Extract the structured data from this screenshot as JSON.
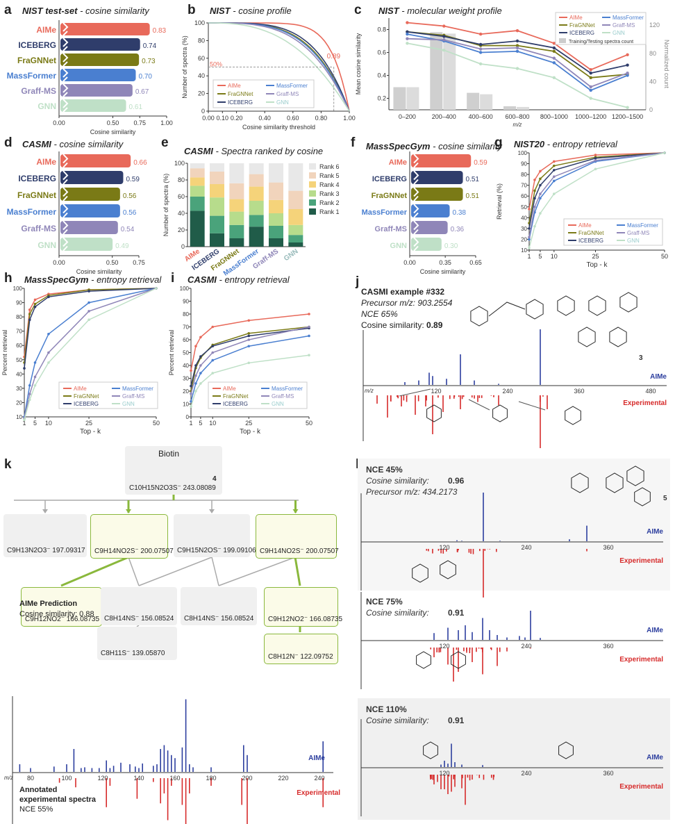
{
  "panels": {
    "a": {
      "label": "a",
      "title": "NIST test-set",
      "subtitle": "- cosine similarity",
      "xlabel": "Cosine similarity",
      "ticks": [
        "0.00",
        "0.50",
        "0.75",
        "1.00"
      ]
    },
    "b": {
      "label": "b",
      "title": "NIST",
      "subtitle": "- cosine profile"
    },
    "c": {
      "label": "c",
      "title": "NIST",
      "subtitle": "- molecular weight profile"
    },
    "d": {
      "label": "d",
      "title": "CASMI",
      "subtitle": "- cosine similarity",
      "xlabel": "Cosine similarity",
      "ticks": [
        "0.00",
        "0.50",
        "0.75"
      ]
    },
    "e": {
      "label": "e",
      "title": "CASMI",
      "subtitle": "- Spectra ranked by cosine"
    },
    "f": {
      "label": "f",
      "title": "MassSpecGym",
      "subtitle": "- cosine similarity",
      "xlabel": "Cosine similarity",
      "ticks": [
        "0.00",
        "0.35",
        "0.65"
      ]
    },
    "g": {
      "label": "g",
      "title": "NIST20",
      "subtitle": "- entropy retrieval"
    },
    "h": {
      "label": "h",
      "title": "MassSpecGym",
      "subtitle": "- entropy retrieval"
    },
    "i": {
      "label": "i",
      "title": "CASMI",
      "subtitle": "- entropy retrieval"
    },
    "j": {
      "label": "j",
      "title": "CASMI example #332",
      "precursor": "Precursor m/z: 903.2554",
      "nce": "NCE 65%",
      "cos_prefix": "Cosine similarity: ",
      "cos_value": "0.89",
      "mol_id": "3",
      "pred_label": "AIMe",
      "exp_label": "Experimental",
      "mz_label": "m/z",
      "ticks": [
        "120",
        "240",
        "360",
        "480"
      ]
    },
    "k": {
      "label": "k",
      "root_name": "Biotin",
      "root_id": "4",
      "root_formula": "C10H15N2O3S⁻  243.08089",
      "frags": [
        "C9H13N2O3⁻  197.09317",
        "C9H14NO2S⁻  200.07507",
        "C9H15N2OS⁻  199.09106",
        "C9H14NO2S⁻  200.07507",
        "C9H12NO2⁻  166.08735",
        "C8H14NS⁻  156.08524",
        "C8H14NS⁻  156.08524",
        "C9H12NO2⁻  166.08735",
        "C8H11S⁻  139.05870",
        "C8H12N⁻  122.09752"
      ],
      "pred_title": "AIMe Prediction",
      "pred_cos": "Cosine similarity: 0.88",
      "pred_label": "AIMe",
      "exp_label": "Experimental",
      "mz_label": "m/z",
      "ticks": [
        "80",
        "100",
        "120",
        "140",
        "160",
        "180",
        "200",
        "220",
        "240"
      ],
      "annot_title1": "Annotated",
      "annot_title2": "experimental spectra",
      "annot_nce": "NCE 55%"
    },
    "l": {
      "label": "l",
      "mol_id": "5",
      "blocks": [
        {
          "nce": "NCE 45%",
          "cos_prefix": "Cosine similarity: ",
          "cos": "0.96",
          "precursor": "Precursor m/z: 434.2173",
          "pred": "AIMe",
          "exp": "Experimental"
        },
        {
          "nce": "NCE 75%",
          "cos_prefix": "Cosine similarity: ",
          "cos": "0.91",
          "pred": "AIMe",
          "exp": "Experimental"
        },
        {
          "nce": "NCE 110%",
          "cos_prefix": "Cosine similarity: ",
          "cos": "0.91",
          "pred": "AIMe",
          "exp": "Experimental"
        }
      ],
      "ticks": [
        "120",
        "240",
        "360"
      ]
    }
  },
  "colors": {
    "AIMe": "#e8695a",
    "ICEBERG": "#2f3d6b",
    "FraGNNet": "#7a7a16",
    "MassFormer": "#4a7fd0",
    "Graff-MS": "#8f86b8",
    "GNN": "#bfe0c7",
    "pred": "#2c3e9e",
    "exp": "#d62a2a",
    "green": "#8ab83c"
  },
  "chart_data": [
    {
      "id": "a",
      "type": "bar",
      "orientation": "horizontal",
      "categories": [
        "AIMe",
        "ICEBERG",
        "FraGNNet",
        "MassFormer",
        "Graff-MS",
        "GNN"
      ],
      "values": [
        0.83,
        0.74,
        0.73,
        0.7,
        0.67,
        0.61
      ],
      "xlabel": "Cosine similarity",
      "xlim": [
        0,
        1
      ]
    },
    {
      "id": "b",
      "type": "line",
      "title": "NIST",
      "xlabel": "Cosine similarity threshold",
      "ylabel": "Number of spectra (%)",
      "xticks": [
        "0.00",
        "0.10",
        "0.20",
        "0.40",
        "0.60",
        "0.80",
        "1.00"
      ],
      "yticks": [
        "0",
        "20",
        "40",
        "60",
        "80",
        "100"
      ],
      "annotation_x": "0.89",
      "annotation_y": "50%",
      "series": [
        {
          "name": "AIMe"
        },
        {
          "name": "FraGNNet"
        },
        {
          "name": "ICEBERG"
        },
        {
          "name": "MassFormer"
        },
        {
          "name": "Graff-MS"
        },
        {
          "name": "GNN"
        }
      ]
    },
    {
      "id": "c",
      "type": "line",
      "ylabel": "Mean cosine similarity",
      "y2label": "Normalized count",
      "xlabel": "m/z",
      "categories": [
        "0–200",
        "200–400",
        "400–600",
        "600–800",
        "800–1000",
        "1000–1200",
        "1200–1500"
      ],
      "yticks": [
        "0.2",
        "0.4",
        "0.6",
        "0.8"
      ],
      "y2ticks": [
        "0",
        "40",
        "80",
        "120"
      ],
      "bars_name": "Training/Testing spectra count",
      "bars_train": [
        32,
        110,
        24,
        5,
        0,
        0,
        0
      ],
      "bars_test": [
        32,
        108,
        22,
        4,
        0,
        0,
        0
      ],
      "series": [
        {
          "name": "AIMe",
          "values": [
            0.86,
            0.83,
            0.76,
            0.79,
            0.68,
            0.45,
            0.58
          ]
        },
        {
          "name": "FraGNNet",
          "values": [
            0.78,
            0.75,
            0.66,
            0.66,
            0.61,
            0.38,
            0.41
          ]
        },
        {
          "name": "ICEBERG",
          "values": [
            0.78,
            0.74,
            0.67,
            0.7,
            0.64,
            0.42,
            0.49
          ]
        },
        {
          "name": "MassFormer",
          "values": [
            0.76,
            0.7,
            0.6,
            0.61,
            0.51,
            0.27,
            0.4
          ]
        },
        {
          "name": "Graff-MS",
          "values": [
            0.72,
            0.71,
            0.63,
            0.64,
            0.55,
            0.3,
            0.42
          ]
        },
        {
          "name": "GNN",
          "values": [
            0.68,
            0.62,
            0.5,
            0.46,
            0.38,
            0.2,
            0.12
          ]
        }
      ]
    },
    {
      "id": "d",
      "type": "bar",
      "orientation": "horizontal",
      "categories": [
        "AIMe",
        "ICEBERG",
        "FraGNNet",
        "MassFormer",
        "Graff-MS",
        "GNN"
      ],
      "values": [
        0.66,
        0.59,
        0.56,
        0.56,
        0.54,
        0.49
      ],
      "xlabel": "Cosine similarity"
    },
    {
      "id": "e",
      "type": "bar",
      "stacked": true,
      "ylabel": "Number of spectra (%)",
      "yticks": [
        "0",
        "20",
        "40",
        "60",
        "80",
        "100"
      ],
      "categories": [
        "AIMe",
        "ICEBERG",
        "FraGNNet",
        "MassFormer",
        "Graff-MS",
        "GNN"
      ],
      "series": [
        {
          "name": "Rank 1",
          "values": [
            43,
            16,
            10,
            24,
            10,
            5
          ]
        },
        {
          "name": "Rank 2",
          "values": [
            17,
            21,
            16,
            14,
            15,
            9
          ]
        },
        {
          "name": "Rank 3",
          "values": [
            13,
            22,
            16,
            17,
            15,
            12
          ]
        },
        {
          "name": "Rank 4",
          "values": [
            10,
            16,
            15,
            17,
            16,
            19
          ]
        },
        {
          "name": "Rank 5",
          "values": [
            11,
            15,
            19,
            15,
            21,
            22
          ]
        },
        {
          "name": "Rank 6",
          "values": [
            6,
            10,
            24,
            13,
            23,
            33
          ]
        }
      ]
    },
    {
      "id": "f",
      "type": "bar",
      "orientation": "horizontal",
      "categories": [
        "AIMe",
        "ICEBERG",
        "FraGNNet",
        "MassFormer",
        "Graff-MS",
        "GNN"
      ],
      "values": [
        0.59,
        0.51,
        0.51,
        0.38,
        0.36,
        0.3
      ],
      "xlabel": "Cosine similarity"
    },
    {
      "id": "g",
      "type": "line",
      "ylabel": "Retrieval (%)",
      "xlabel": "Top - k",
      "xticks": [
        "1",
        "5",
        "10",
        "25",
        "50"
      ],
      "yticks": [
        "10",
        "20",
        "30",
        "40",
        "50",
        "60",
        "70",
        "80",
        "90",
        "100"
      ],
      "series": [
        {
          "name": "AIMe",
          "x": [
            1,
            3,
            5,
            10,
            25,
            50
          ],
          "values": [
            48,
            75,
            83,
            92,
            98,
            100
          ]
        },
        {
          "name": "FraGNNet",
          "x": [
            1,
            3,
            5,
            10,
            25,
            50
          ],
          "values": [
            35,
            65,
            76,
            88,
            96,
            100
          ]
        },
        {
          "name": "ICEBERG",
          "x": [
            1,
            3,
            5,
            10,
            25,
            50
          ],
          "values": [
            30,
            58,
            70,
            84,
            95,
            100
          ]
        },
        {
          "name": "MassFormer",
          "x": [
            1,
            3,
            5,
            10,
            25,
            50
          ],
          "values": [
            20,
            45,
            58,
            74,
            92,
            100
          ]
        },
        {
          "name": "Graff-MS",
          "x": [
            1,
            3,
            5,
            10,
            25,
            50
          ],
          "values": [
            22,
            50,
            62,
            78,
            93,
            100
          ]
        },
        {
          "name": "GNN",
          "x": [
            1,
            3,
            5,
            10,
            25,
            50
          ],
          "values": [
            12,
            32,
            44,
            62,
            85,
            100
          ]
        }
      ]
    },
    {
      "id": "h",
      "type": "line",
      "ylabel": "Percent retrieval",
      "xlabel": "Top - k",
      "xticks": [
        "1",
        "5",
        "10",
        "25",
        "50"
      ],
      "yticks": [
        "10",
        "20",
        "30",
        "40",
        "50",
        "60",
        "70",
        "80",
        "90",
        "100"
      ],
      "series": [
        {
          "name": "AIMe",
          "x": [
            1,
            3,
            5,
            10,
            25,
            50
          ],
          "values": [
            52,
            85,
            92,
            96,
            99,
            100
          ]
        },
        {
          "name": "FraGNNet",
          "x": [
            1,
            3,
            5,
            10,
            25,
            50
          ],
          "values": [
            48,
            82,
            89,
            95,
            99,
            100
          ]
        },
        {
          "name": "ICEBERG",
          "x": [
            1,
            3,
            5,
            10,
            25,
            50
          ],
          "values": [
            44,
            78,
            87,
            94,
            98,
            100
          ]
        },
        {
          "name": "MassFormer",
          "x": [
            1,
            3,
            5,
            10,
            25,
            50
          ],
          "values": [
            10,
            32,
            48,
            68,
            90,
            100
          ]
        },
        {
          "name": "Graff-MS",
          "x": [
            1,
            3,
            5,
            10,
            25,
            50
          ],
          "values": [
            9,
            26,
            38,
            55,
            84,
            100
          ]
        },
        {
          "name": "GNN",
          "x": [
            1,
            3,
            5,
            10,
            25,
            50
          ],
          "values": [
            8,
            22,
            32,
            48,
            78,
            100
          ]
        }
      ]
    },
    {
      "id": "i",
      "type": "line",
      "ylabel": "Percent retrieval",
      "xlabel": "Top - k",
      "xticks": [
        "1",
        "5",
        "10",
        "25",
        "50"
      ],
      "yticks": [
        "0",
        "10",
        "20",
        "30",
        "40",
        "50",
        "60",
        "70",
        "80",
        "90",
        "100"
      ],
      "series": [
        {
          "name": "AIMe",
          "x": [
            1,
            3,
            5,
            10,
            25,
            50
          ],
          "values": [
            36,
            55,
            62,
            70,
            75,
            80
          ]
        },
        {
          "name": "FraGNNet",
          "x": [
            1,
            3,
            5,
            10,
            25,
            50
          ],
          "values": [
            20,
            38,
            46,
            56,
            65,
            70
          ]
        },
        {
          "name": "ICEBERG",
          "x": [
            1,
            3,
            5,
            10,
            25,
            50
          ],
          "values": [
            24,
            40,
            47,
            55,
            63,
            69
          ]
        },
        {
          "name": "MassFormer",
          "x": [
            1,
            3,
            5,
            10,
            25,
            50
          ],
          "values": [
            12,
            26,
            34,
            44,
            55,
            63
          ]
        },
        {
          "name": "Graff-MS",
          "x": [
            1,
            3,
            5,
            10,
            25,
            50
          ],
          "values": [
            18,
            32,
            40,
            50,
            60,
            70
          ]
        },
        {
          "name": "GNN",
          "x": [
            1,
            3,
            5,
            10,
            25,
            50
          ],
          "values": [
            8,
            20,
            26,
            34,
            42,
            48
          ]
        }
      ]
    }
  ]
}
